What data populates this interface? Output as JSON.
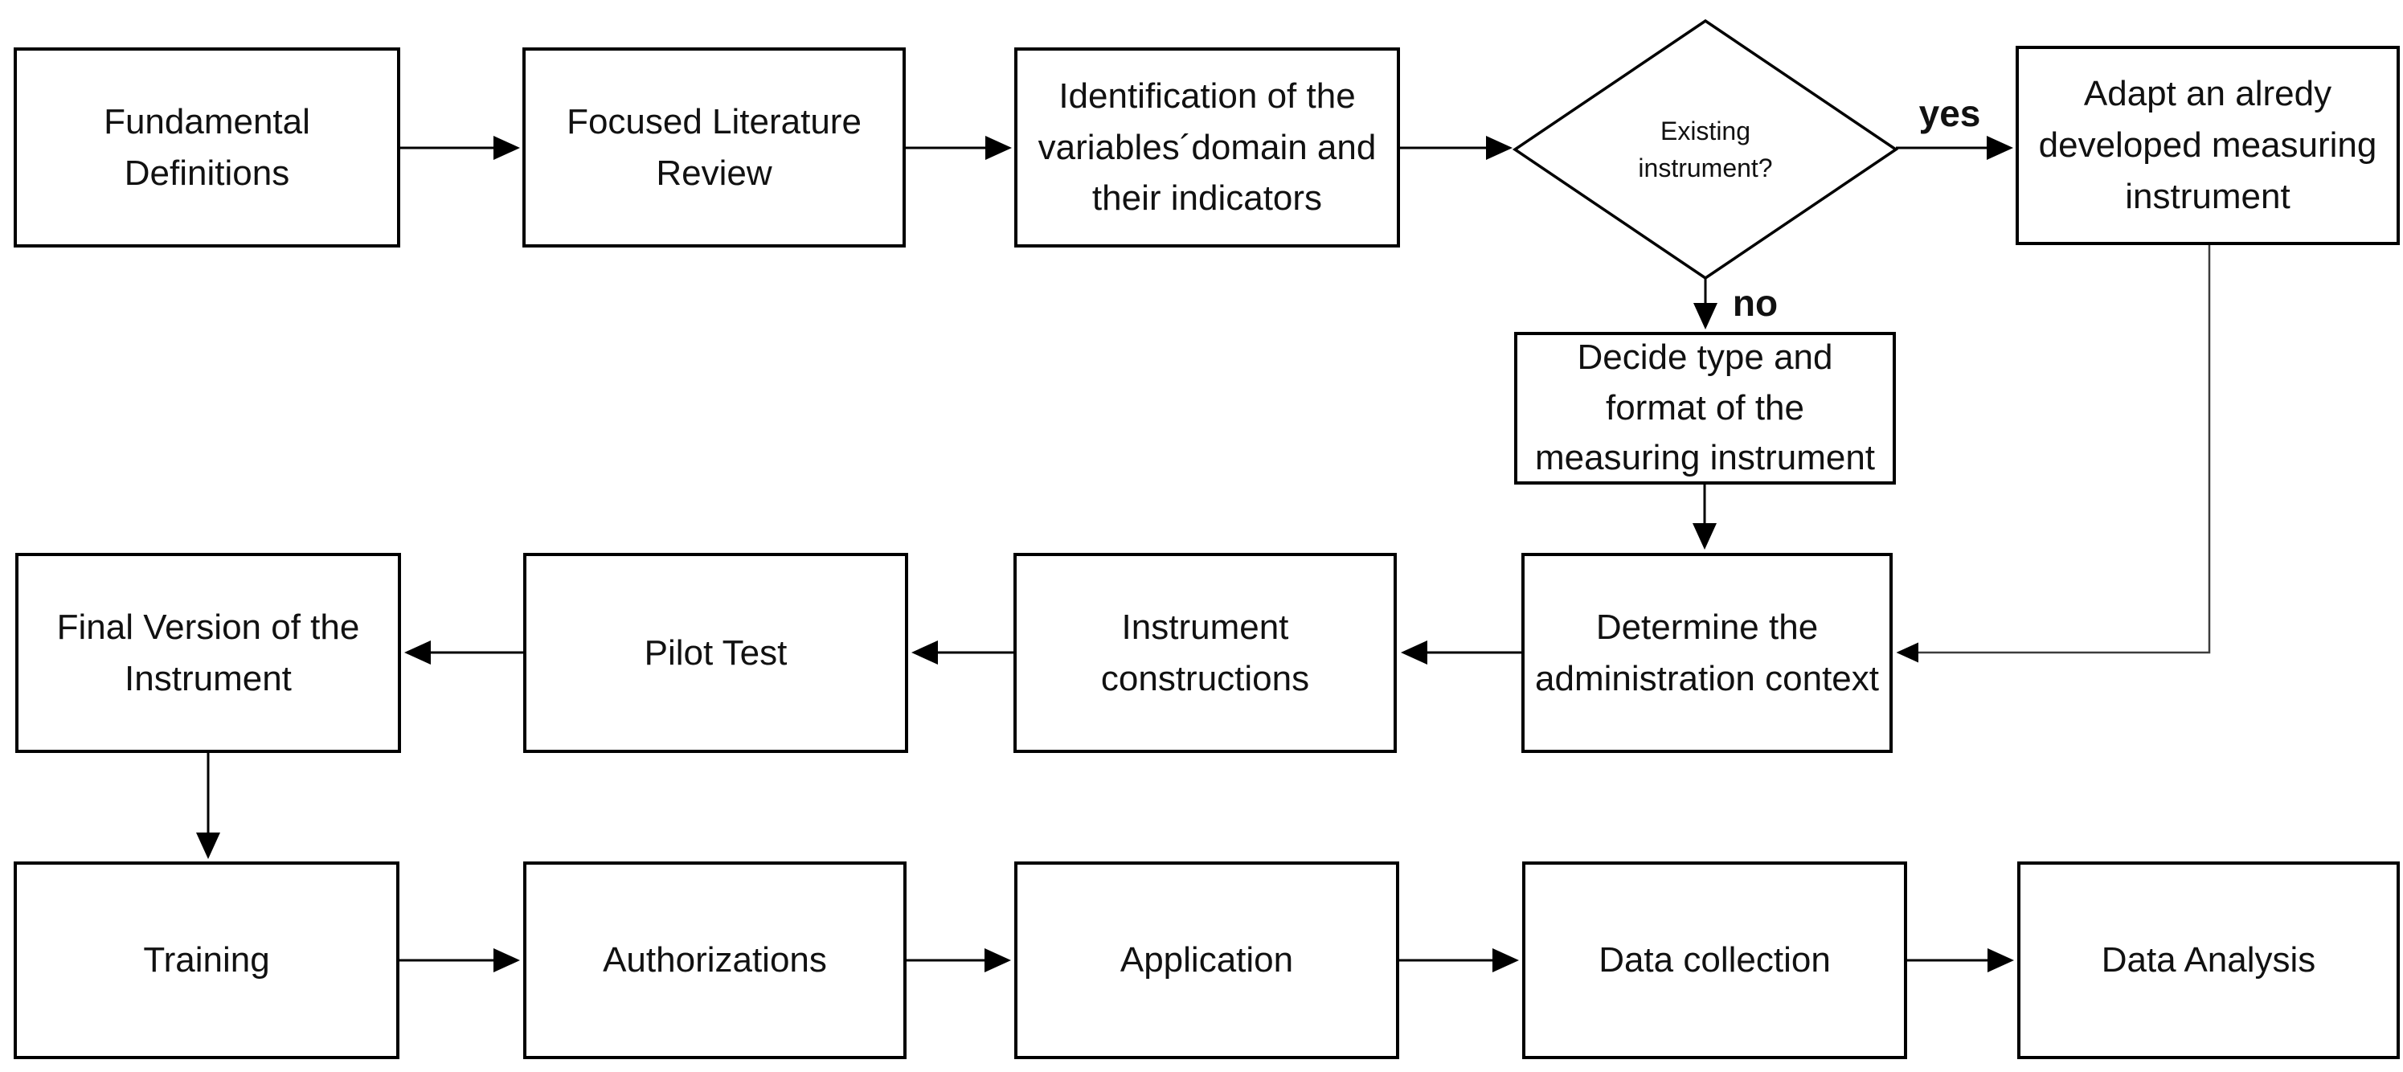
{
  "diagram": {
    "type": "flowchart",
    "colors": {
      "background": "#ffffff",
      "node_fill": "#ffffff",
      "stroke": "#000000",
      "text": "#111111"
    },
    "nodes": [
      {
        "id": "fundamental-definitions",
        "shape": "rect",
        "label": "Fundamental\nDefinitions"
      },
      {
        "id": "focused-literature-review",
        "shape": "rect",
        "label": "Focused Literature\nReview"
      },
      {
        "id": "identification-variables-domain",
        "shape": "rect",
        "label": "Identification of the\nvariables´domain and\ntheir indicators"
      },
      {
        "id": "existing-instrument-decision",
        "shape": "diamond",
        "label": "Existing\ninstrument?"
      },
      {
        "id": "adapt-developed-instrument",
        "shape": "rect",
        "label": "Adapt an alredy\ndeveloped measuring\ninstrument"
      },
      {
        "id": "decide-type-format",
        "shape": "rect",
        "label": "Decide type and\nformat of the\nmeasuring instrument"
      },
      {
        "id": "determine-administration-context",
        "shape": "rect",
        "label": "Determine the\nadministration context"
      },
      {
        "id": "instrument-constructions",
        "shape": "rect",
        "label": "Instrument\nconstructions"
      },
      {
        "id": "pilot-test",
        "shape": "rect",
        "label": "Pilot Test"
      },
      {
        "id": "final-version-instrument",
        "shape": "rect",
        "label": "Final Version of the\nInstrument"
      },
      {
        "id": "training",
        "shape": "rect",
        "label": "Training"
      },
      {
        "id": "authorizations",
        "shape": "rect",
        "label": "Authorizations"
      },
      {
        "id": "application",
        "shape": "rect",
        "label": "Application"
      },
      {
        "id": "data-collection",
        "shape": "rect",
        "label": "Data collection"
      },
      {
        "id": "data-analysis",
        "shape": "rect",
        "label": "Data Analysis"
      }
    ],
    "edge_labels": {
      "yes": "yes",
      "no": "no"
    },
    "edges": [
      {
        "from": "fundamental-definitions",
        "to": "focused-literature-review"
      },
      {
        "from": "focused-literature-review",
        "to": "identification-variables-domain"
      },
      {
        "from": "identification-variables-domain",
        "to": "existing-instrument-decision"
      },
      {
        "from": "existing-instrument-decision",
        "to": "adapt-developed-instrument",
        "label": "yes"
      },
      {
        "from": "existing-instrument-decision",
        "to": "decide-type-format",
        "label": "no"
      },
      {
        "from": "decide-type-format",
        "to": "determine-administration-context"
      },
      {
        "from": "adapt-developed-instrument",
        "to": "determine-administration-context"
      },
      {
        "from": "determine-administration-context",
        "to": "instrument-constructions"
      },
      {
        "from": "instrument-constructions",
        "to": "pilot-test"
      },
      {
        "from": "pilot-test",
        "to": "final-version-instrument"
      },
      {
        "from": "final-version-instrument",
        "to": "training"
      },
      {
        "from": "training",
        "to": "authorizations"
      },
      {
        "from": "authorizations",
        "to": "application"
      },
      {
        "from": "application",
        "to": "data-collection"
      },
      {
        "from": "data-collection",
        "to": "data-analysis"
      }
    ]
  }
}
